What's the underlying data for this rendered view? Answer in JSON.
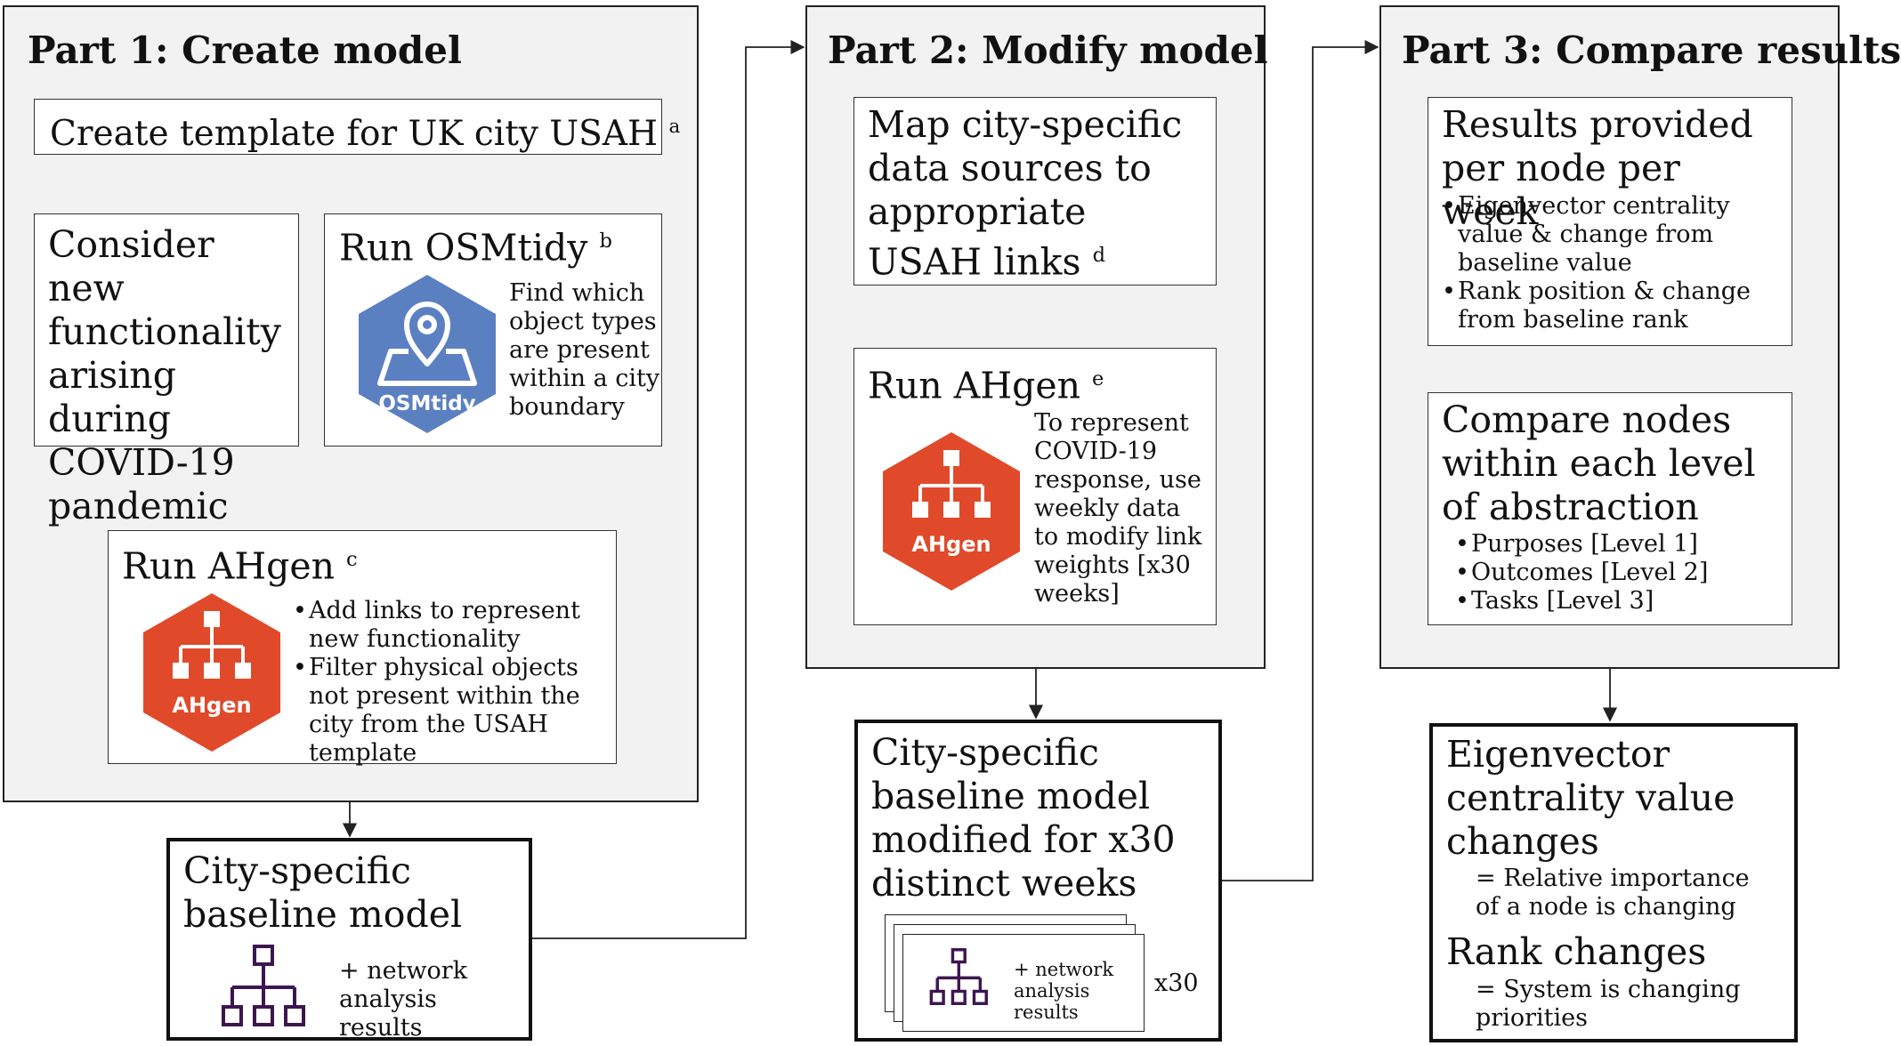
{
  "part1": {
    "title": "Part 1: Create model",
    "template_box": "Create template for UK city USAH",
    "template_sup": "a",
    "consider_box": "Consider new functionality arising during COVID-19 pandemic",
    "osmtidy_title": "Run OSMtidy",
    "osmtidy_sup": "b",
    "osmtidy_desc": "Find which object types are present within a city boundary",
    "osmtidy_logo_text": "OSMtidy",
    "ahgen_title": "Run AHgen",
    "ahgen_sup": "c",
    "ahgen_bullets": [
      "Add links to represent new functionality",
      "Filter physical objects not present within the city from the USAH template"
    ],
    "ahgen_logo_text": "AHgen"
  },
  "baseline": {
    "title": "City-specific baseline model",
    "caption": "+ network analysis results"
  },
  "part2": {
    "title": "Part 2: Modify model",
    "map_box": "Map city-specific data sources to appropriate USAH links",
    "map_sup": "d",
    "ahgen_title": "Run AHgen",
    "ahgen_sup": "e",
    "ahgen_desc": "To represent COVID-19 response, use weekly data to modify link weights [x30 weeks]",
    "ahgen_logo_text": "AHgen"
  },
  "modified": {
    "title": "City-specific baseline model modified for x30 distinct weeks",
    "caption": "+ network analysis results",
    "multiplier": "x30"
  },
  "part3": {
    "title": "Part 3: Compare results",
    "results_title": "Results provided per node per week",
    "results_bullets": [
      "Eigenvector centrality value & change from baseline value",
      "Rank position & change from baseline rank"
    ],
    "compare_title": "Compare nodes within each level of abstraction",
    "compare_bullets": [
      "Purposes [Level 1]",
      "Outcomes [Level 2]",
      "Tasks [Level 3]"
    ]
  },
  "final": {
    "eig_title": "Eigenvector centrality value changes",
    "eig_desc": "= Relative importance of a node is changing",
    "rank_title": "Rank changes",
    "rank_desc": "= System is changing priorities"
  },
  "colors": {
    "part_bg": "#f2f2f2",
    "osmtidy_blue": "#5b80c2",
    "ahgen_red": "#e04a2a",
    "network_purple": "#3d1650"
  }
}
